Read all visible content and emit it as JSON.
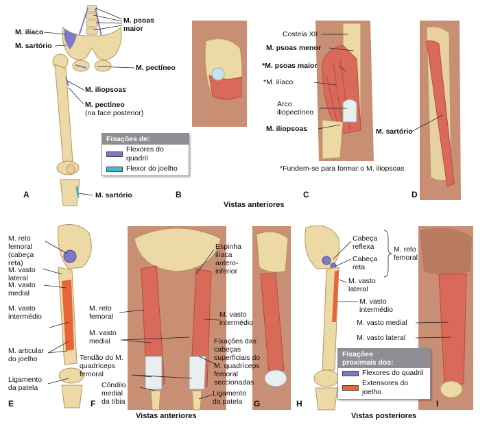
{
  "colors": {
    "bone": "#ecd9a6",
    "bone_shade": "#cdb37a",
    "muscle": "#d96a5a",
    "muscle_dark": "#b84a3d",
    "skin": "#c98f74",
    "hip_flexor": "#7e79c4",
    "knee_flexor": "#3fb6d6",
    "knee_extensor": "#e8653a",
    "legend_header": "#8e8e94"
  },
  "panels": {
    "a": "A",
    "b": "B",
    "c": "C",
    "d": "D",
    "e": "E",
    "f": "F",
    "g": "G",
    "h": "H",
    "i": "I"
  },
  "captions": {
    "top": "Vistas anteriores",
    "bottom_left": "Vistas anteriores",
    "bottom_right": "Vistas posteriores"
  },
  "labels": {
    "psoas_maior": "M. psoas\nmaior",
    "iliaco": "M. ilíaco",
    "sartorio_a": "M. sartório",
    "pectineo_a": "M. pectíneo",
    "iliopsoas_a": "M. iliopsoas",
    "pectineo_post": "M. pectíneo",
    "pectineo_post_note": "(na face posterior)",
    "sartorio_tibia": "M. sartório",
    "costela": "Costela XII",
    "psoas_menor": "M. psoas menor",
    "psoas_maior_c": "*M. psoas maior",
    "iliaco_c": "*M. ilíaco",
    "arco": "Arco\niliopectíneo",
    "iliopsoas_c": "M. iliopsoas",
    "fundem": "*Fundem-se para formar o M. iliopsoas",
    "sartorio_d": "M. sartório",
    "reto_e": "M. reto\nfemoral\n(cabeça\nreta)",
    "vasto_lat_e": "M. vasto\nlateral",
    "vasto_med_e": "M. vasto\nmedial",
    "vasto_int_e": "M. vasto\nintermédio",
    "articular": "M. articular\ndo joelho",
    "lig_patela_e": "Ligamento\nda patela",
    "espinha": "Espinha\nilíaca\nantero-\ninferior",
    "reto_f": "M. reto\nfemoral",
    "vasto_med_f": "M. vasto\nmedial",
    "tendao": "Tendão do M.\nquadríceps\nfemoral",
    "condilo": "Côndilo\nmedial\nda tíbia",
    "vasto_int_f": "M. vasto\nintermédio",
    "fixacoes": "Fixações das\ncabeças\nsuperficiais do\nM. quadríceps\nfemoral\nseccionadas",
    "lig_patela_f": "Ligamento\nda patela",
    "cabeca_reflexa": "Cabeça\nreflexa",
    "cabeca_reta": "Cabeça\nreta",
    "reto_h": "M. reto\nfemoral",
    "vasto_lat_h": "M. vasto\nlateral",
    "vasto_int_h": "M. vasto\nintermédio",
    "vasto_med_h": "M. vasto medial",
    "vasto_lat_h2": "M. vasto lateral"
  },
  "legend_top": {
    "title": "Fixações de:",
    "items": [
      "Flexores do quadril",
      "Flexor do joelho"
    ]
  },
  "legend_bottom": {
    "title": "Fixações\nproximais dos:",
    "items": [
      "Flexores do quadril",
      "Extensores do joelho"
    ]
  }
}
